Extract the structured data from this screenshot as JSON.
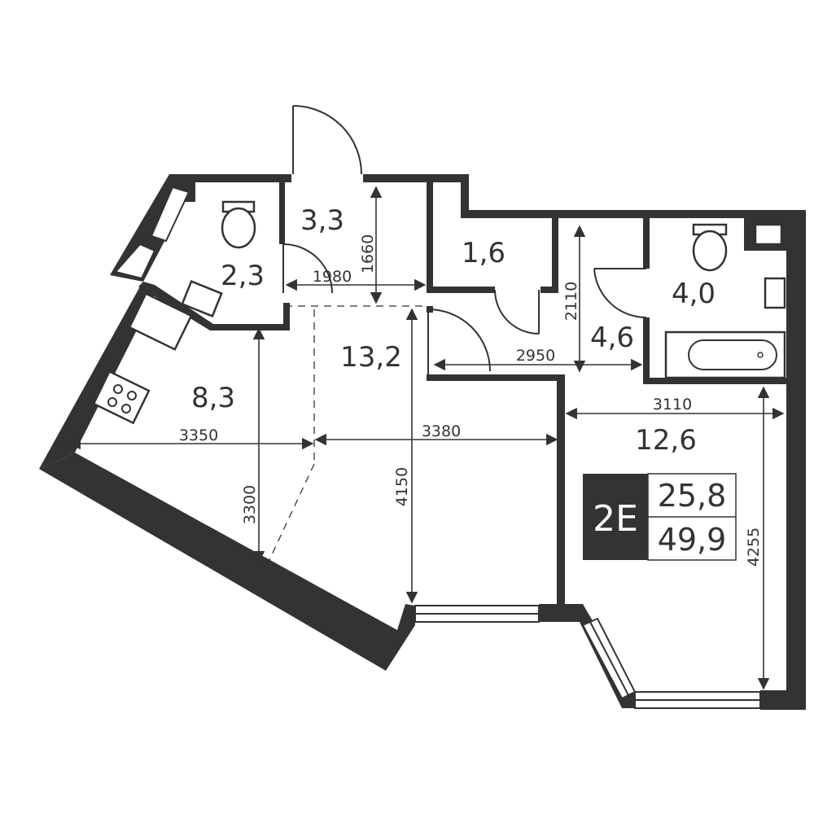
{
  "rooms": {
    "entrance": "3,3",
    "wc": "2,3",
    "storage": "1,6",
    "living": "13,2",
    "kitchen": "8,3",
    "hall": "4,6",
    "bathroom": "4,0",
    "bedroom": "12,6"
  },
  "dimensions": {
    "entrance_depth": "1660",
    "corridor_width": "1980",
    "hall_depth": "2110",
    "hall_width": "2950",
    "bedroom_width": "3110",
    "kitchen_width": "3350",
    "living_width": "3380",
    "kitchen_depth": "3300",
    "living_depth": "4150",
    "bedroom_depth": "4255"
  },
  "badge": {
    "code": "2E",
    "living_area": "25,8",
    "total_area": "49,9"
  },
  "colors": {
    "wall": "#333333",
    "background": "#ffffff"
  }
}
